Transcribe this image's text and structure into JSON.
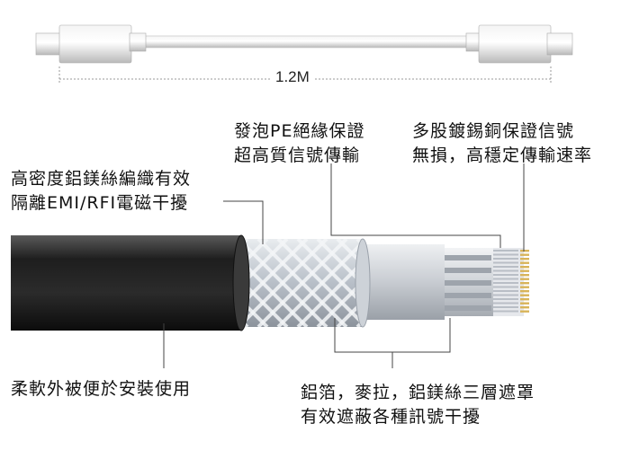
{
  "cable_length": "1.2M",
  "labels": {
    "foam_pe": [
      "發泡PE絕緣保證",
      "超高質信號傳輸"
    ],
    "copper_core": [
      "多股鍍錫銅保證信號",
      "無損，高穩定傳輸速率"
    ],
    "braid": [
      "高密度鋁鎂絲編織有效",
      "隔離EMI/RFI電磁干擾"
    ],
    "jacket": [
      "柔軟外被便於安裝使用"
    ],
    "shielding": [
      "鋁箔，麥拉，鋁鎂絲三層遮罩",
      "有效遮蔽各種訊號干擾"
    ]
  },
  "colors": {
    "jacket": "#2a2a2a",
    "braid": "#c9cfd6",
    "foil": "#d9dde2",
    "conductor": "#d8b45a",
    "leader_line": "#555555"
  }
}
